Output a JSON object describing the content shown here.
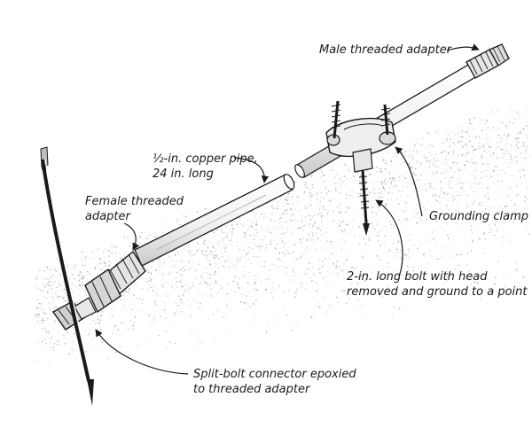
{
  "labels": {
    "male_adapter": "Male threaded adapter",
    "copper_pipe_line1": "½-in. copper pipe,",
    "copper_pipe_line2": "24 in. long",
    "female_adapter_line1": "Female threaded",
    "female_adapter_line2": "adapter",
    "grounding_clamp": "Grounding clamp",
    "bolt_line1": "2-in. long bolt with head",
    "bolt_line2": "removed and ground to a point",
    "split_bolt_line1": "Split-bolt connector epoxied",
    "split_bolt_line2": "to threaded adapter"
  },
  "colors": {
    "ink": "#1a1a1a",
    "ground_stipple": "#9a9a9a",
    "metal_shade": "#d9d9d9"
  }
}
